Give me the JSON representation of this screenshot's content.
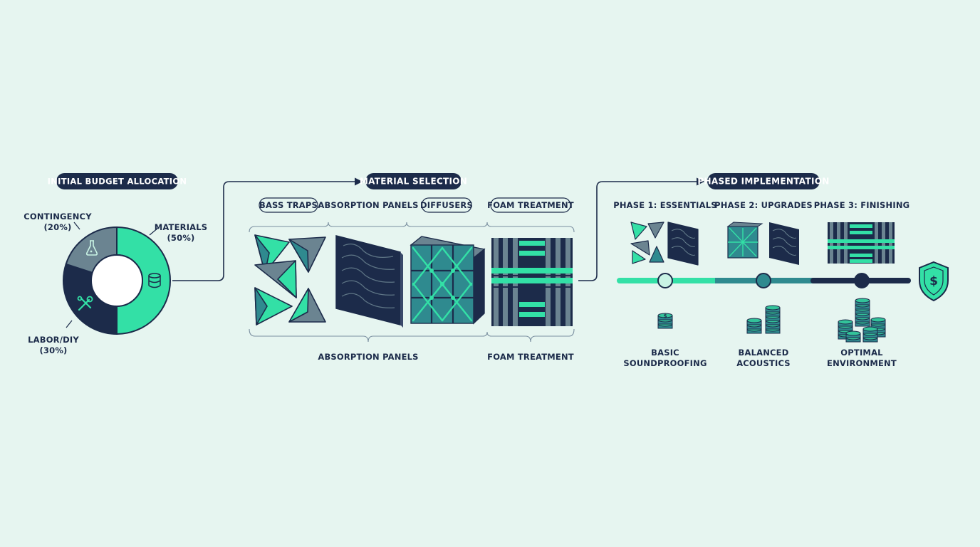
{
  "budget": {
    "title": "INITIAL BUDGET ALLOCATION",
    "segments": [
      {
        "label": "MATERIALS",
        "pct": "(50%)",
        "value": 50,
        "color": "#33e0a6"
      },
      {
        "label": "LABOR/DIY",
        "pct": "(30%)",
        "value": 30,
        "color": "#1c2b4a"
      },
      {
        "label": "CONTINGENCY",
        "pct": "(20%)",
        "value": 20,
        "color": "#6b8491"
      }
    ]
  },
  "materials": {
    "title": "MATERIAL SELECTION",
    "top_labels": [
      "BASS TRAPS",
      "ABSORPTION PANELS",
      "DIFFUSERS",
      "FOAM TREATMENT"
    ],
    "bottom_labels": [
      "ABSORPTION PANELS",
      "FOAM TREATMENT"
    ]
  },
  "phases": {
    "title": "PHASED IMPLEMENTATION",
    "items": [
      {
        "name": "PHASE 1: ESSENTIALS",
        "result_line1": "BASIC",
        "result_line2": "SOUNDPROOFING"
      },
      {
        "name": "PHASE 2: UPGRADES",
        "result_line1": "BALANCED",
        "result_line2": "ACOUSTICS"
      },
      {
        "name": "PHASE 3: FINISHING",
        "result_line1": "OPTIMAL",
        "result_line2": "ENVIRONMENT"
      }
    ]
  },
  "colors": {
    "navy": "#1c2b4a",
    "teal": "#2f8a8f",
    "mint": "#33e0a6",
    "slate": "#6b8491",
    "background": "#e6f5f0"
  },
  "icons": [
    "flask-icon",
    "coins-icon",
    "tools-icon",
    "dollar-shield-icon"
  ]
}
